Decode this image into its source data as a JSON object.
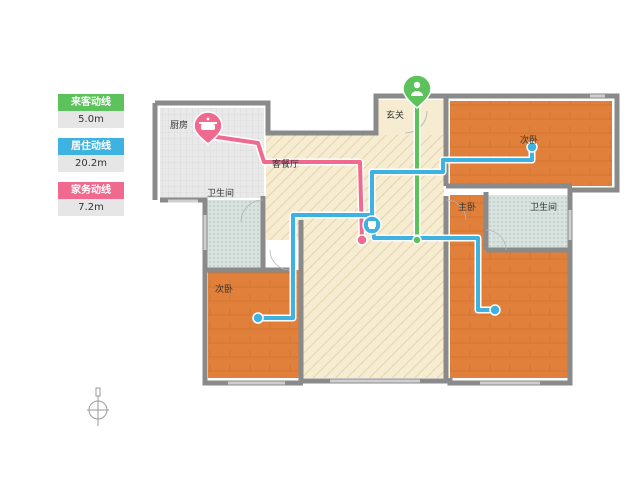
{
  "legend": [
    {
      "label": "来客动线",
      "value": "5.0m",
      "color": "#5cc35c"
    },
    {
      "label": "居住动线",
      "value": "20.2m",
      "color": "#3eb2e0"
    },
    {
      "label": "家务动线",
      "value": "7.2m",
      "color": "#ef6a8e"
    }
  ],
  "rooms": {
    "kitchen": "厨房",
    "entry": "玄关",
    "living_dining": "客餐厅",
    "bath_left": "卫生间",
    "bath_right": "卫生间",
    "bedroom_top_right": "次卧",
    "bedroom_left": "次卧",
    "master_bedroom": "主卧"
  },
  "colors": {
    "wall": "#8a8a8a",
    "floor_wood": "#e0803a",
    "floor_living": "#f5ecd2",
    "floor_tile": "#e9e9e9",
    "bath_tile": "#d8e3e0",
    "guest_line": "#5cc35c",
    "living_line": "#3eb2e0",
    "chore_line": "#ef6a8e"
  },
  "icons": {
    "entry_marker": "person-pin-icon",
    "kitchen_marker": "cooking-pot-pin-icon",
    "compass": "north-compass-icon"
  }
}
